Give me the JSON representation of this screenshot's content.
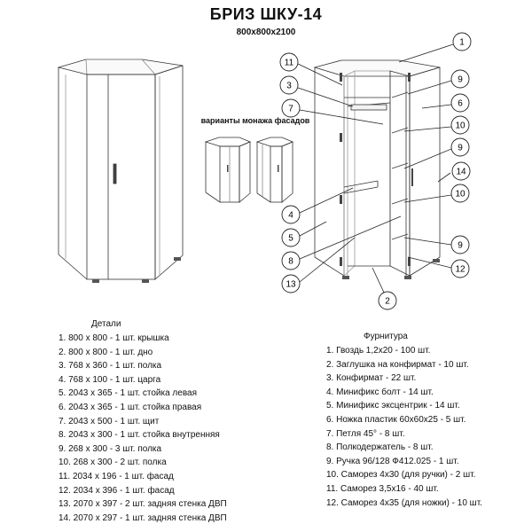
{
  "header": {
    "title": "БРИЗ ШКУ-14",
    "dimensions": "800х800х2100"
  },
  "variants_label": "варианты монажа фасадов",
  "callouts": [
    "1",
    "11",
    "3",
    "7",
    "9",
    "6",
    "10",
    "9",
    "14",
    "10",
    "4",
    "5",
    "8",
    "9",
    "12",
    "13",
    "2"
  ],
  "parts": {
    "heading": "Детали",
    "items": [
      "1. 800 х 800 - 1 шт. крышка",
      "2. 800 х 800 - 1 шт. дно",
      "3. 768 х 360 - 1 шт. полка",
      "4. 768 х 100 - 1 шт. царга",
      "5. 2043 х 365 - 1 шт. стойка левая",
      "6. 2043 х 365 - 1 шт. стойка правая",
      "7. 2043 х 500 - 1 шт. щит",
      "8. 2043 х 300 - 1 шт. стойка внутренняя",
      "9. 268 х 300 - 3 шт. полка",
      "10. 268 х 300 - 2 шт. полка",
      "11. 2034 х 196 - 1 шт. фасад",
      "12. 2034 х 396 - 1 шт. фасад",
      "13. 2070 х 397 - 2 шт. задняя стенка ДВП",
      "14. 2070 х 297 - 1 шт. задняя стенка ДВП"
    ]
  },
  "hardware": {
    "heading": "Фурнитура",
    "items": [
      "1. Гвоздь 1,2х20 - 100 шт.",
      "2. Заглушка на конфирмат - 10 шт.",
      "3. Конфирмат - 22 шт.",
      "4. Минификс болт - 14 шт.",
      "5. Минификс эксцентрик - 14 шт.",
      "6. Ножка пластик 60х60х25 - 5 шт.",
      "7. Петля 45° - 8 шт.",
      "8. Полкодержатель - 8 шт.",
      "9. Ручка 96/128 Ф412.025 - 1 шт.",
      "10. Саморез 4х30 (для ручки) - 2 шт.",
      "11. Саморез 3,5х16 - 40 шт.",
      "12. Саморез 4х35 (для ножки) - 10 шт."
    ]
  }
}
